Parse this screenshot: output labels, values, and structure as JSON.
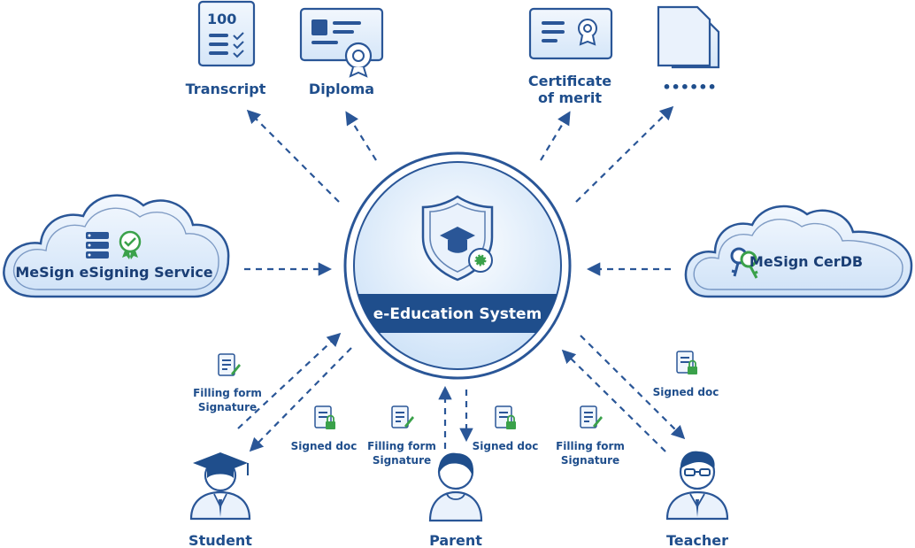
{
  "documents": {
    "transcript": {
      "label": "Transcript",
      "badge": "100"
    },
    "diploma": {
      "label": "Diploma"
    },
    "certificate": {
      "label_line1": "Certificate",
      "label_line2": "of merit"
    },
    "more": {
      "label": "••••••"
    }
  },
  "services": {
    "esigning": {
      "label": "MeSign eSigning Service"
    },
    "cerdb": {
      "label": "MeSign CerDB"
    }
  },
  "system": {
    "label": "e-Education System"
  },
  "users": {
    "student": {
      "label": "Student",
      "filling_line1": "Filling form",
      "filling_line2": "Signature",
      "signed": "Signed doc"
    },
    "parent": {
      "label": "Parent",
      "filling_line1": "Filling form",
      "filling_line2": "Signature",
      "signed": "Signed doc"
    },
    "teacher": {
      "label": "Teacher",
      "filling_line1": "Filling form",
      "filling_line2": "Signature",
      "signed": "Signed doc"
    }
  },
  "colors": {
    "primary": "#1f4e8c",
    "light_blue": "#dcebfb",
    "accent_green": "#3aa14a",
    "band": "#1f4e8c"
  }
}
